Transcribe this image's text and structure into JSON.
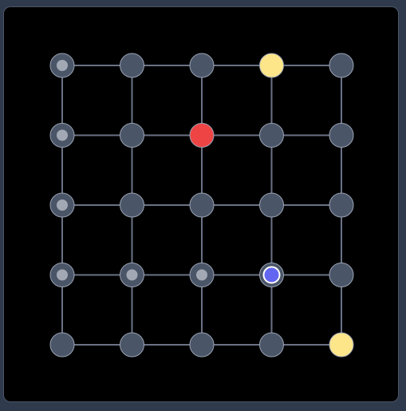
{
  "colors": {
    "page_background": "#2f3a4c",
    "board_background": "#000000",
    "frame_border": "#4c5668",
    "edge": "#6b7285",
    "node_fill": "#4a5568",
    "node_stroke": "#9aa3b3",
    "visited_marker": "#a3a9b4",
    "goal": "#fde68a",
    "hazard": "#ef4444",
    "player": "#6366f1"
  },
  "grid": {
    "rows": 5,
    "cols": 5
  },
  "nodes": [
    [
      "visited",
      "empty",
      "empty",
      "goal",
      "empty"
    ],
    [
      "visited",
      "empty",
      "hazard",
      "empty",
      "empty"
    ],
    [
      "visited",
      "empty",
      "empty",
      "empty",
      "empty"
    ],
    [
      "visited",
      "visited",
      "visited",
      "player",
      "empty"
    ],
    [
      "empty",
      "empty",
      "empty",
      "empty",
      "goal"
    ]
  ]
}
